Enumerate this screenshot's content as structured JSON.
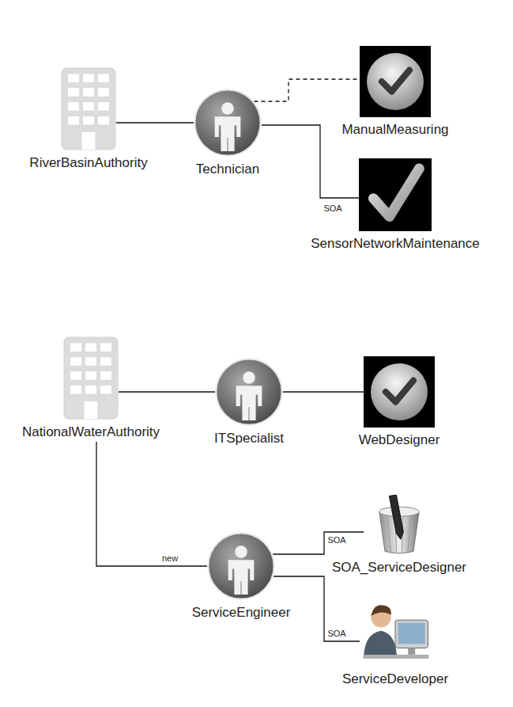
{
  "diagram": {
    "nodes": [
      {
        "text": [
          "RiverBasinAuthority"
        ]
      },
      {
        "text": [
          "Technician"
        ]
      },
      {
        "text": [
          "ManualMeasuring"
        ]
      },
      {
        "text": [
          "SensorNetworkMaintenance"
        ]
      },
      {
        "text": [
          "NationalWaterAuthority"
        ]
      },
      {
        "text": [
          "ITSpecialist"
        ]
      },
      {
        "text": [
          "WebDesigner"
        ]
      },
      {
        "text": [
          "ServiceEngineer"
        ]
      },
      {
        "text": [
          "SOA_ServiceDesigner"
        ]
      },
      {
        "text": [
          "ServiceDeveloper"
        ]
      }
    ],
    "edges": [
      {
        "from": 0,
        "to": 1,
        "arrow": "none"
      },
      {
        "from": 1,
        "to": 2,
        "arrow": "none"
      },
      {
        "from": 1,
        "to": 3,
        "label": "SOA",
        "arrow": "none"
      },
      {
        "from": 4,
        "to": 5,
        "arrow": "none"
      },
      {
        "from": 5,
        "to": 6,
        "arrow": "none"
      },
      {
        "from": 4,
        "to": 7,
        "label": "new",
        "arrow": "none"
      },
      {
        "from": 7,
        "to": 8,
        "label": "SOA",
        "arrow": "none"
      },
      {
        "from": 7,
        "to": 9,
        "label": "SOA",
        "arrow": "none"
      }
    ]
  }
}
